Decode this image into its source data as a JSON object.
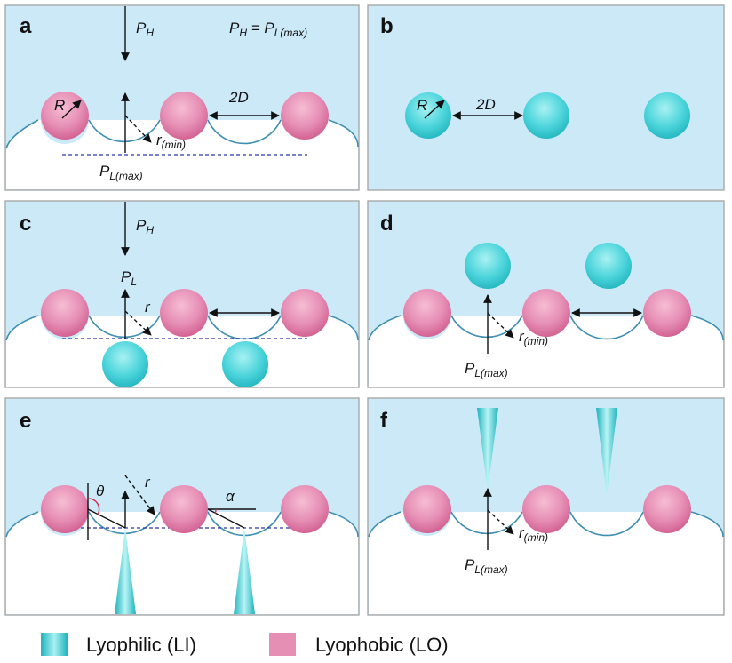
{
  "panels": {
    "a": {
      "label": "a",
      "p_h": "P",
      "p_h_sub": "H",
      "eq_lhs": "P",
      "eq_lhs_sub": "H",
      "eq_sign": " = P",
      "eq_rhs_sub": "L(max)",
      "r_label": "R",
      "gap_label": "2D",
      "rmin": "r",
      "rmin_sub": "(min)",
      "pl": "P",
      "pl_sub": "L(max)"
    },
    "b": {
      "label": "b",
      "r_label": "R",
      "gap_label": "2D"
    },
    "c": {
      "label": "c",
      "p_h": "P",
      "p_h_sub": "H",
      "pl": "P",
      "pl_sub": "L",
      "r_label": "r"
    },
    "d": {
      "label": "d",
      "rmin": "r",
      "rmin_sub": "(min)",
      "pl": "P",
      "pl_sub": "L(max)"
    },
    "e": {
      "label": "e",
      "theta": "θ",
      "r_label": "r",
      "alpha": "α"
    },
    "f": {
      "label": "f",
      "rmin": "r",
      "rmin_sub": "(min)",
      "pl": "P",
      "pl_sub": "L(max)"
    }
  },
  "legend": {
    "lyophilic": "Lyophilic (LI)",
    "lyophobic": "Lyophobic (LO)"
  },
  "colors": {
    "liquid": "#cce9f8",
    "lyophobic_mid": "#e68fb5",
    "lyophobic_dark": "#cf5a8c",
    "lyophilic_mid": "#4fd6dc",
    "lyophilic_dark": "#1fb3bd",
    "meniscus": "#3f8fb3",
    "dashed_line": "#2c35a6"
  }
}
